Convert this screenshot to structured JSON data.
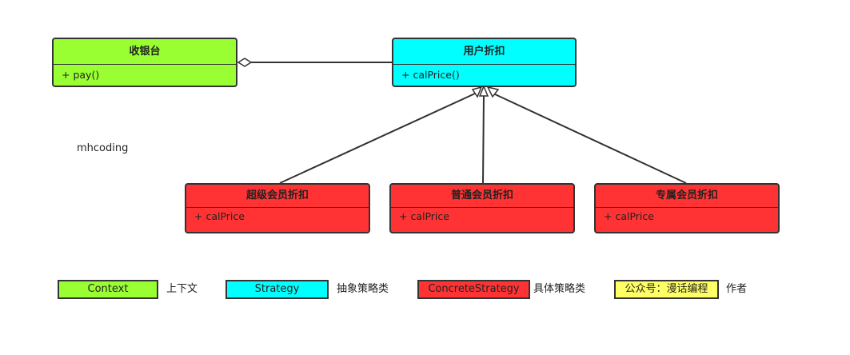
{
  "classes": {
    "cashier": {
      "name": "收银台",
      "method": "+ pay()"
    },
    "user_discount": {
      "name": "用户折扣",
      "method": "+ calPrice()"
    },
    "super_member": {
      "name": "超级会员折扣",
      "method": "+ calPrice"
    },
    "normal_member": {
      "name": "普通会员折扣",
      "method": "+ calPrice"
    },
    "vip_member": {
      "name": "专属会员折扣",
      "method": "+ calPrice"
    }
  },
  "watermark": "mhcoding",
  "legend": [
    {
      "box": "Context",
      "label": "上下文",
      "color": "#99ff33"
    },
    {
      "box": "Strategy",
      "label": "抽象策略类",
      "color": "#00ffff"
    },
    {
      "box": "ConcreteStrategy",
      "label": "具体策略类",
      "color": "#ff3333"
    },
    {
      "box": "公众号：漫话编程",
      "label": "作者",
      "color": "#ffff66"
    }
  ]
}
